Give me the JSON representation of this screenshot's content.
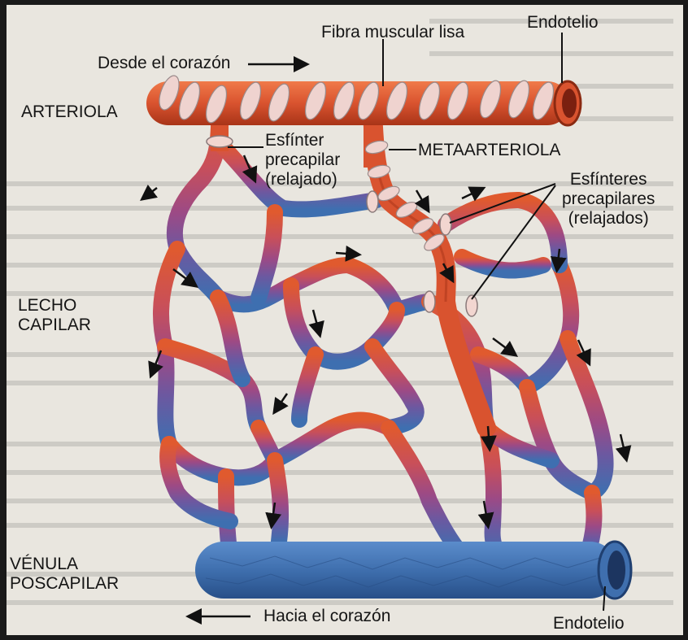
{
  "labels": {
    "arteriole": "ARTERIOLA",
    "from_heart": "Desde el corazón",
    "smooth_muscle": "Fibra muscular lisa",
    "endothelium_top": "Endotelio",
    "precap_sphincter": "Esfínter\nprecapilar\n(relajado)",
    "metarteriole": "METAARTERIOLA",
    "precap_sphincters": "Esfínteres\nprecapilares\n(relajados)",
    "capillary_bed": "LECHO\nCAPILAR",
    "venule": "VÉNULA\nPOSCAPILAR",
    "to_heart": "Hacia el corazón",
    "endothelium_bottom": "Endotelio"
  },
  "colors": {
    "artery": "#d9532f",
    "artery_dark": "#a83418",
    "capillary_mid": "#9a4a7a",
    "vein": "#3f6fae",
    "vein_dark": "#244a80",
    "muscle": "#e8c7c2",
    "background": "#e9e6df"
  }
}
